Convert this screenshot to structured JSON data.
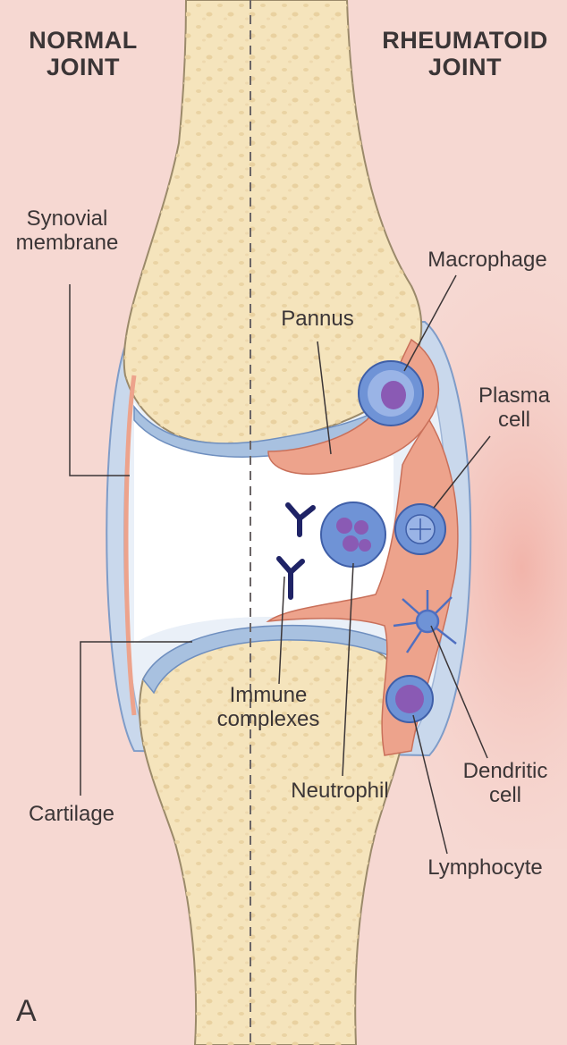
{
  "headers": {
    "left": [
      "NORMAL",
      "JOINT"
    ],
    "right": [
      "RHEUMATOID",
      "JOINT"
    ]
  },
  "labels": {
    "synovial_membrane": [
      "Synovial",
      "membrane"
    ],
    "macrophage": [
      "Macrophage"
    ],
    "pannus": [
      "Pannus"
    ],
    "plasma_cell": [
      "Plasma",
      "cell"
    ],
    "immune_complexes": [
      "Immune",
      "complexes"
    ],
    "cartilage": [
      "Cartilage"
    ],
    "neutrophil": [
      "Neutrophil"
    ],
    "dendritic_cell": [
      "Dendritic",
      "cell"
    ],
    "lymphocyte": [
      "Lymphocyte"
    ]
  },
  "panel_letter": "A",
  "colors": {
    "background": "#f6d8d2",
    "bone": "#f5e4bc",
    "cartilage": "#a8c1e0",
    "capsule": "#c9d8ec",
    "synovium": "#eda38c",
    "cell": "#6f93d6",
    "nucleus": "#8a5ab4",
    "antibody": "#1f2366",
    "leader": "#3b3536"
  }
}
